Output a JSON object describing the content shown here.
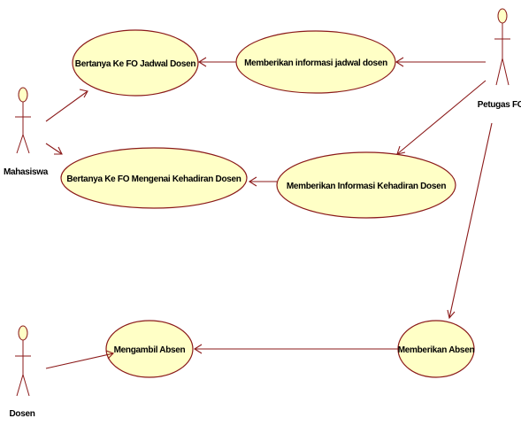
{
  "colors": {
    "line": "#8b1a1a",
    "use_case_fill": "#ffffc6",
    "background": "#ffffff"
  },
  "actors": {
    "mahasiswa": "Mahasiswa",
    "petugas_fo": "Petugas FO",
    "dosen": "Dosen"
  },
  "use_cases": {
    "tanya_jadwal": "Bertanya Ke FO Jadwal Dosen",
    "beri_info_jadwal": "Memberikan informasi jadwal dosen",
    "tanya_kehadiran": "Bertanya Ke FO Mengenai Kehadiran Dosen",
    "beri_info_kehadiran": "Memberikan Informasi Kehadiran Dosen",
    "ambil_absen": "Mengambil Absen",
    "beri_absen": "Memberikan Absen"
  }
}
